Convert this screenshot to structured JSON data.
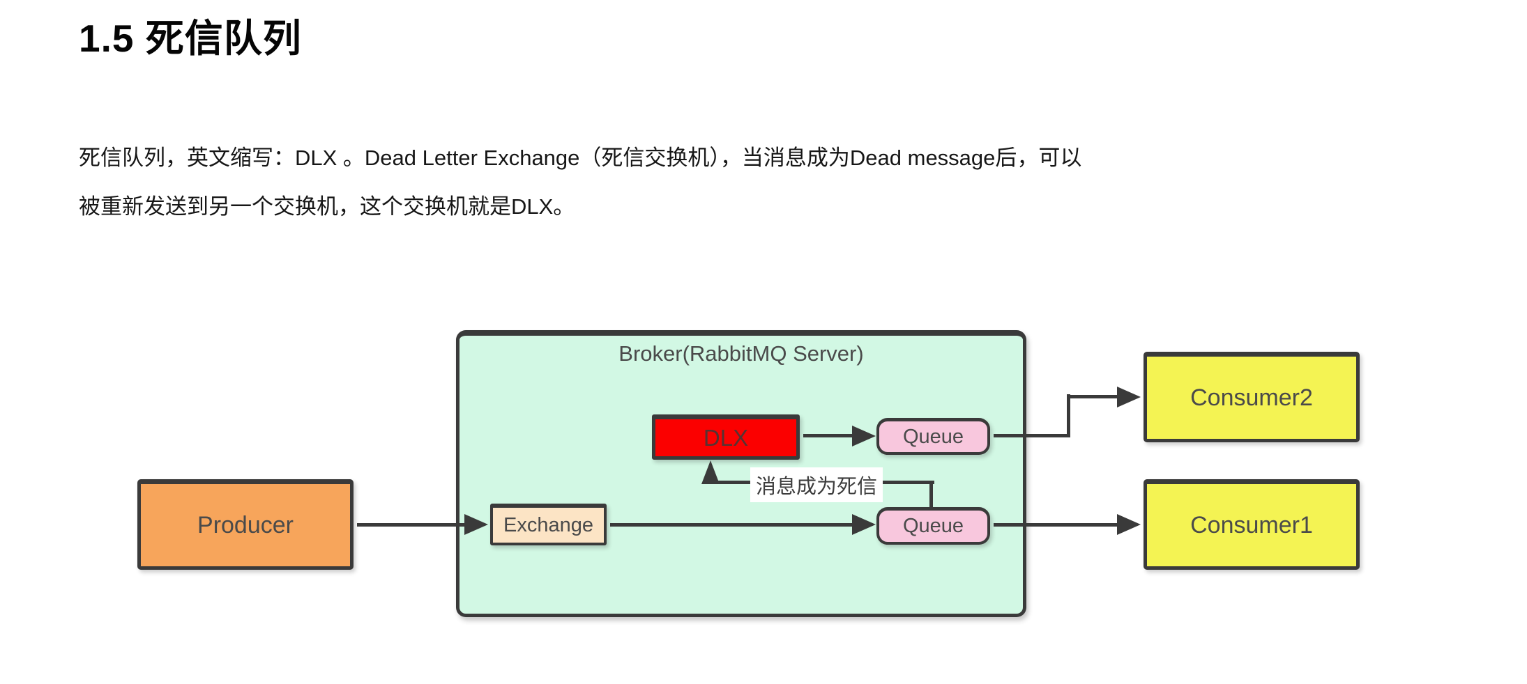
{
  "document": {
    "heading": "1.5 死信队列",
    "paragraph": {
      "line1": "死信队列，英文缩写：DLX 。Dead Letter Exchange（死信交换机），当消息成为Dead message后，可以",
      "line2": "被重新发送到另一个交换机，这个交换机就是DLX。"
    }
  },
  "diagram": {
    "broker": {
      "title": "Broker(RabbitMQ Server)"
    },
    "nodes": {
      "producer": {
        "label": "Producer"
      },
      "exchange": {
        "label": "Exchange"
      },
      "dlx": {
        "label": "DLX"
      },
      "queue_top": {
        "label": "Queue"
      },
      "queue_bottom": {
        "label": "Queue"
      },
      "consumer2": {
        "label": "Consumer2"
      },
      "consumer1": {
        "label": "Consumer1"
      }
    },
    "annotations": {
      "dead_letter_label": "消息成为死信"
    },
    "colors": {
      "producer-fill": "#f7a55b",
      "exchange-fill": "#fce4c5",
      "dlx-fill": "#fb0000",
      "queue-fill": "#f8c7dd",
      "consumer-fill": "#f4f353",
      "broker-fill": "#d2f8e4",
      "line-color": "#3a3a3a",
      "node-text": "#4a4a4a",
      "dlx-text": "#553333"
    }
  }
}
